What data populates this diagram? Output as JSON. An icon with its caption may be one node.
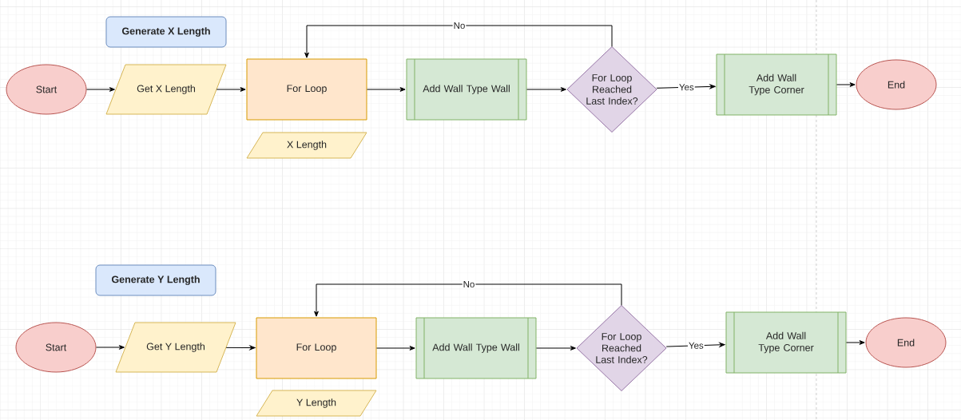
{
  "diagram": {
    "nodes": [
      {
        "text": [
          "Generate X Length"
        ]
      },
      {
        "text": [
          "Start"
        ]
      },
      {
        "text": [
          "Get X Length"
        ]
      },
      {
        "text": [
          "For Loop"
        ]
      },
      {
        "text": [
          "X Length"
        ]
      },
      {
        "text": [
          "Add Wall Type Wall"
        ]
      },
      {
        "text": [
          "For Loop Reached Last Index?"
        ]
      },
      {
        "text": [
          "Add Wall Type Corner"
        ]
      },
      {
        "text": [
          "End"
        ]
      },
      {
        "text": [
          "Generate Y Length"
        ]
      },
      {
        "text": [
          "Start"
        ]
      },
      {
        "text": [
          "Get Y Length"
        ]
      },
      {
        "text": [
          "For Loop"
        ]
      },
      {
        "text": [
          "Y Length"
        ]
      },
      {
        "text": [
          "Add Wall Type Wall"
        ]
      },
      {
        "text": [
          "For Loop Reached Last Index?"
        ]
      },
      {
        "text": [
          "Add Wall Type Corner"
        ]
      },
      {
        "text": [
          "End"
        ]
      }
    ],
    "edges": [
      {
        "from": 1,
        "to": 2,
        "arrow": "to"
      },
      {
        "from": 2,
        "to": 3,
        "arrow": "to"
      },
      {
        "from": 3,
        "to": 5,
        "arrow": "to"
      },
      {
        "from": 5,
        "to": 6,
        "arrow": "to"
      },
      {
        "from": 6,
        "to": 3,
        "arrow": "to",
        "label": "No"
      },
      {
        "from": 6,
        "to": 7,
        "arrow": "to",
        "label": "Yes"
      },
      {
        "from": 7,
        "to": 8,
        "arrow": "to"
      },
      {
        "from": 10,
        "to": 11,
        "arrow": "to"
      },
      {
        "from": 11,
        "to": 12,
        "arrow": "to"
      },
      {
        "from": 12,
        "to": 14,
        "arrow": "to"
      },
      {
        "from": 14,
        "to": 15,
        "arrow": "to"
      },
      {
        "from": 15,
        "to": 12,
        "arrow": "to",
        "label": "No"
      },
      {
        "from": 15,
        "to": 16,
        "arrow": "to",
        "label": "Yes"
      },
      {
        "from": 16,
        "to": 17,
        "arrow": "to"
      }
    ]
  }
}
